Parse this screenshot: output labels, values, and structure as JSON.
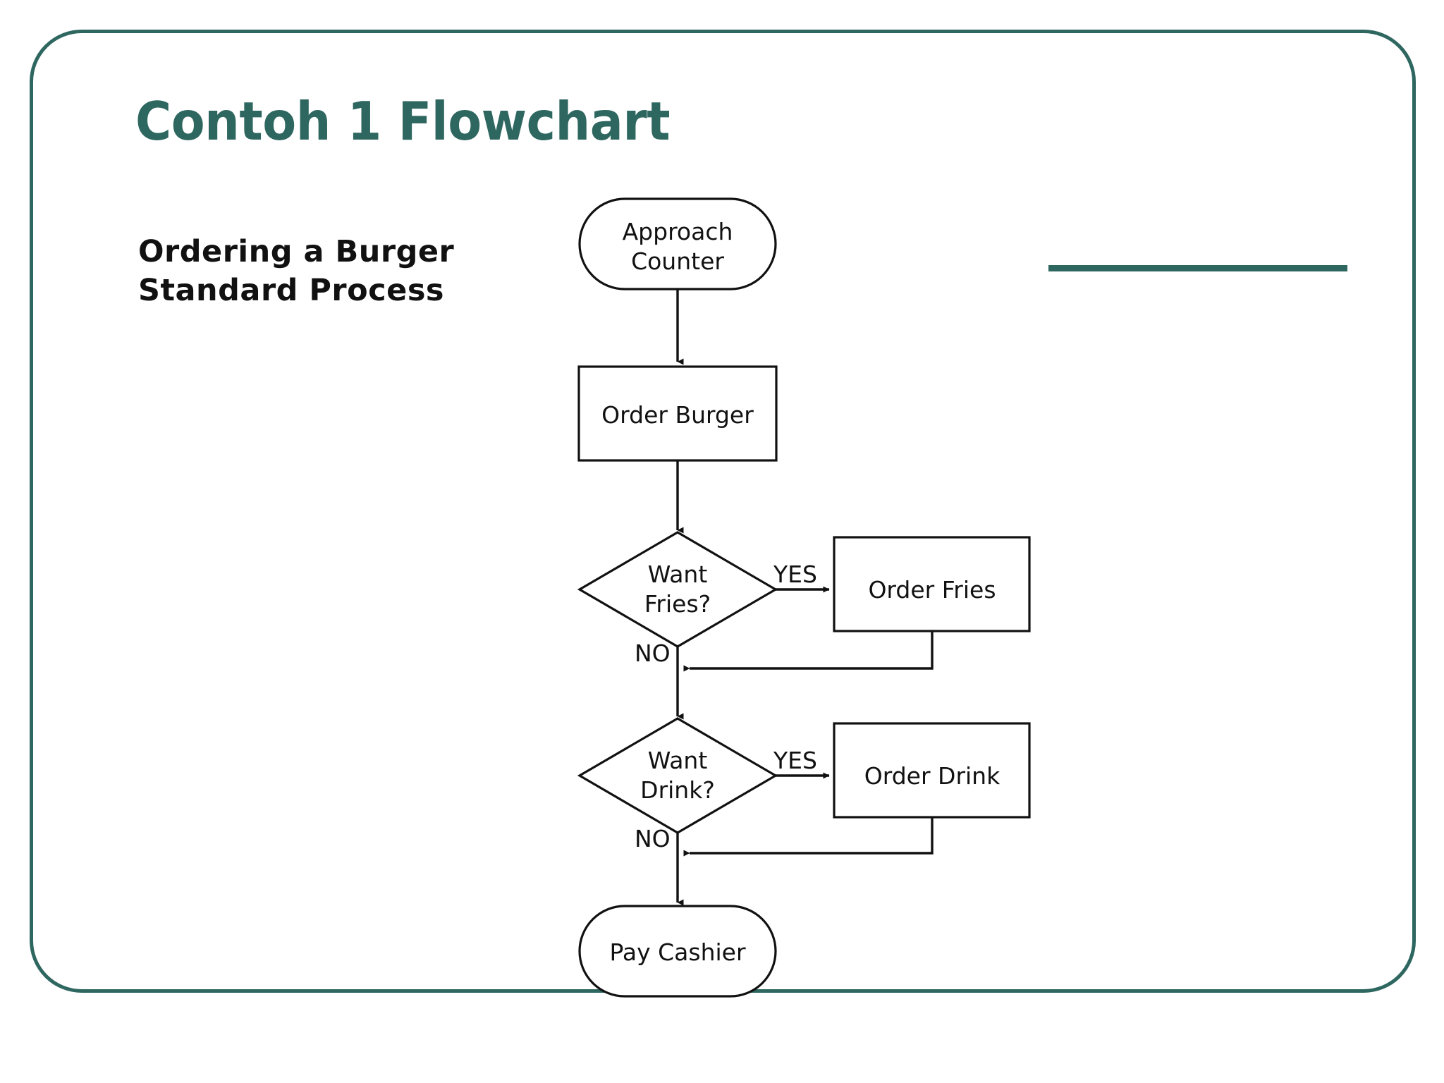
{
  "slide": {
    "title": "Contoh 1 Flowchart",
    "accent_color": "#2e6660",
    "border_color": "#2e6660",
    "background_color": "#ffffff",
    "line_color": "#111111"
  },
  "caption": {
    "line1": "Ordering a Burger",
    "line2": "Standard Process"
  },
  "chart_data": {
    "type": "diagram",
    "title": "Ordering a Burger Standard Process",
    "nodes": [
      {
        "id": "start",
        "label": "Approach Counter",
        "shape": "terminator"
      },
      {
        "id": "order_burger",
        "label": "Order Burger",
        "shape": "process"
      },
      {
        "id": "want_fries",
        "label": "Want Fries?",
        "shape": "decision"
      },
      {
        "id": "order_fries",
        "label": "Order Fries",
        "shape": "process"
      },
      {
        "id": "want_drink",
        "label": "Want Drink?",
        "shape": "decision"
      },
      {
        "id": "order_drink",
        "label": "Order Drink",
        "shape": "process"
      },
      {
        "id": "pay",
        "label": "Pay Cashier",
        "shape": "terminator"
      }
    ],
    "edges": [
      {
        "from": "start",
        "to": "order_burger",
        "label": ""
      },
      {
        "from": "order_burger",
        "to": "want_fries",
        "label": ""
      },
      {
        "from": "want_fries",
        "to": "order_fries",
        "label": "YES"
      },
      {
        "from": "want_fries",
        "to": "want_drink",
        "label": "NO"
      },
      {
        "from": "order_fries",
        "to": "want_drink",
        "label": ""
      },
      {
        "from": "want_drink",
        "to": "order_drink",
        "label": "YES"
      },
      {
        "from": "want_drink",
        "to": "pay",
        "label": "NO"
      },
      {
        "from": "order_drink",
        "to": "pay",
        "label": ""
      }
    ],
    "labels": {
      "start": "Approach Counter",
      "start_line1": "Approach",
      "start_line2": "Counter",
      "order_burger": "Order Burger",
      "want_fries_line1": "Want",
      "want_fries_line2": "Fries?",
      "order_fries": "Order Fries",
      "want_drink_line1": "Want",
      "want_drink_line2": "Drink?",
      "order_drink": "Order Drink",
      "pay": "Pay Cashier",
      "yes_fries": "YES",
      "no_fries": "NO",
      "yes_drink": "YES",
      "no_drink": "NO"
    }
  }
}
